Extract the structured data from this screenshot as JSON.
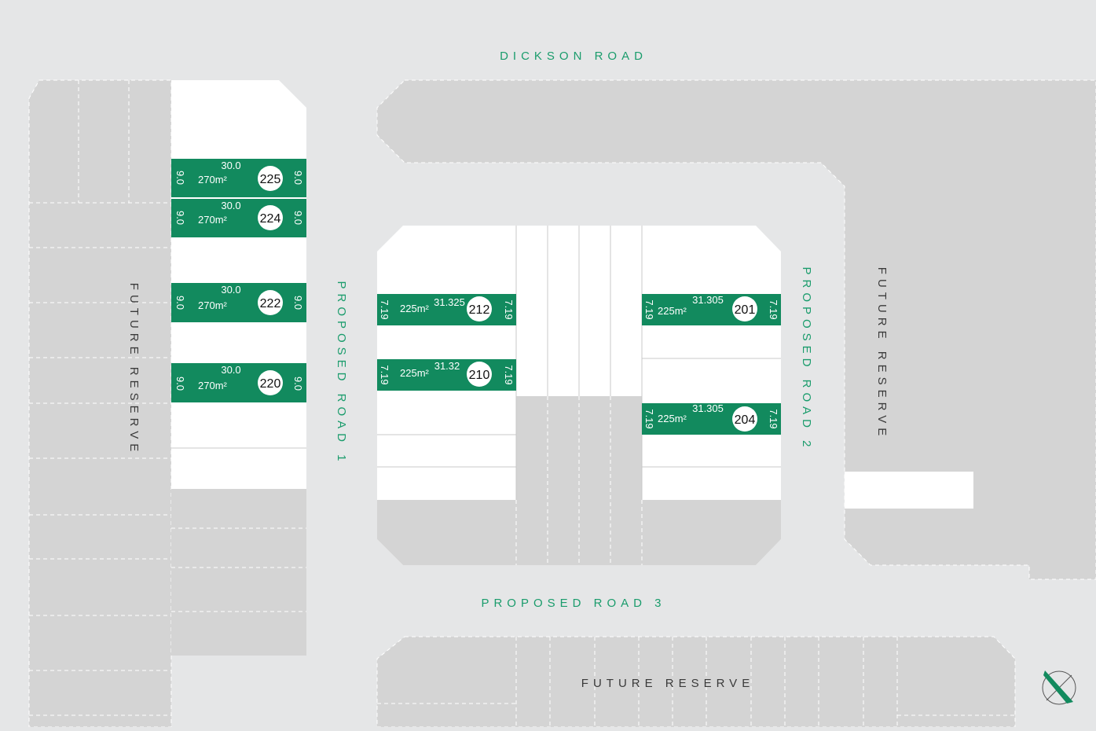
{
  "roads": {
    "dickson": "DICKSON ROAD",
    "road1": "PROPOSED ROAD 1",
    "road2": "PROPOSED ROAD 2",
    "road3": "PROPOSED ROAD 3"
  },
  "reserves": {
    "left": "FUTURE RESERVE",
    "right": "FUTURE RESERVE",
    "bottom": "FUTURE RESERVE"
  },
  "lots": [
    {
      "number": "225",
      "area": "270m²",
      "frontage": "30.0",
      "width_left": "9.0",
      "width_right": "9.0"
    },
    {
      "number": "224",
      "area": "270m²",
      "frontage": "30.0",
      "width_left": "9.0",
      "width_right": "9.0"
    },
    {
      "number": "222",
      "area": "270m²",
      "frontage": "30.0",
      "width_left": "9.0",
      "width_right": "9.0"
    },
    {
      "number": "220",
      "area": "270m²",
      "frontage": "30.0",
      "width_left": "9.0",
      "width_right": "9.0"
    },
    {
      "number": "212",
      "area": "225m²",
      "frontage": "31.325",
      "width_left": "7.19",
      "width_right": "7.19"
    },
    {
      "number": "210",
      "area": "225m²",
      "frontage": "31.32",
      "width_left": "7.19",
      "width_right": "7.19"
    },
    {
      "number": "201",
      "area": "225m²",
      "frontage": "31.305",
      "width_left": "7.19",
      "width_right": "7.19"
    },
    {
      "number": "204",
      "area": "225m²",
      "frontage": "31.305",
      "width_left": "7.19",
      "width_right": "7.19"
    }
  ],
  "colors": {
    "background": "#e5e6e7",
    "future_block": "#d4d4d4",
    "available_block": "#ffffff",
    "lot_highlight": "#128a5e",
    "road_text": "#1a9c6c"
  },
  "icons": {
    "compass": "north-arrow-icon"
  }
}
